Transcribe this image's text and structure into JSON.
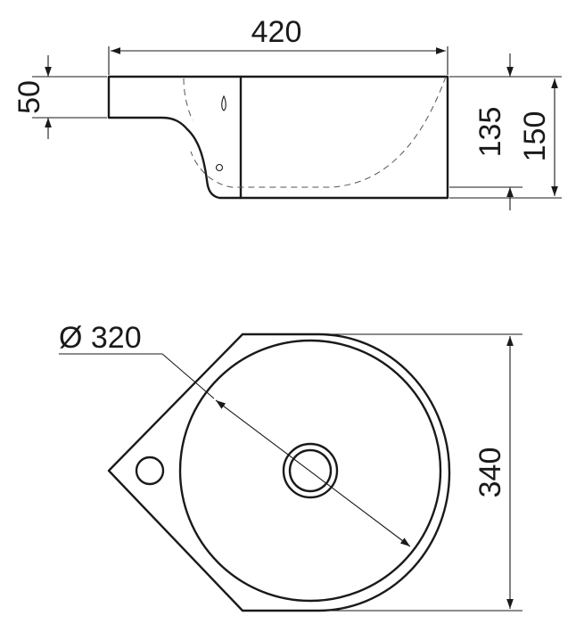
{
  "side_view": {
    "dim_width": "420",
    "dim_rim": "50",
    "dim_bowl_depth": "135",
    "dim_total_height": "150"
  },
  "top_view": {
    "dim_diameter": "Ø 320",
    "dim_depth": "340"
  },
  "colors": {
    "line": "#1a1a1a",
    "hidden_line": "#555555",
    "background": "#ffffff"
  }
}
